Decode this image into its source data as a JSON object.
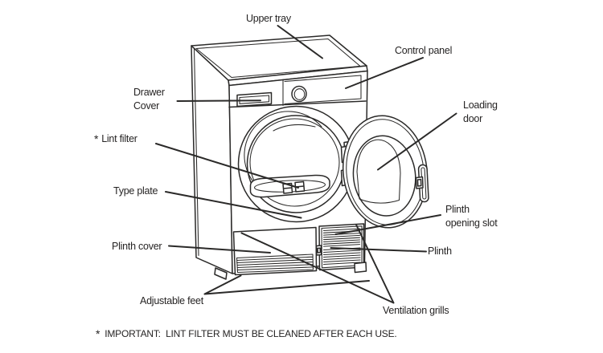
{
  "diagram": {
    "subject": "tumble dryer parts diagram",
    "labels": {
      "upper_tray": "Upper tray",
      "control_panel": "Control panel",
      "drawer_cover": "Drawer\nCover",
      "lint_filter_mark": "*",
      "lint_filter": "Lint filter",
      "type_plate": "Type plate",
      "plinth_cover": "Plinth cover",
      "adjustable_feet": "Adjustable feet",
      "loading_door": "Loading\ndoor",
      "plinth_opening_slot": "Plinth\nopening slot",
      "plinth": "Plinth",
      "ventilation_grills": "Ventilation grills"
    },
    "footnote": {
      "mark": "*",
      "text": "IMPORTANT:  LINT FILTER MUST BE CLEANED AFTER EACH USE."
    },
    "colors": {
      "line": "#2b2a29",
      "text": "#262424",
      "background": "#ffffff"
    }
  }
}
